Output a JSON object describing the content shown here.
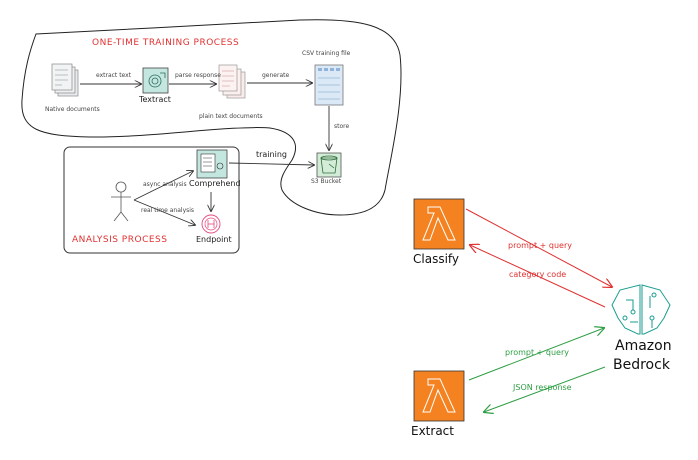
{
  "training_process": {
    "title": "ONE-TIME TRAINING PROCESS",
    "nodes": {
      "native_documents": "Native documents",
      "textract": "Textract",
      "plain_text_documents": "plain text documents",
      "csv_training_file": "CSV training file",
      "s3_bucket": "S3 Bucket"
    },
    "edges": {
      "extract_text": "extract text",
      "parse_response": "parse response",
      "generate": "generate",
      "store": "store",
      "training": "training"
    }
  },
  "analysis_process": {
    "title": "ANALYSIS PROCESS",
    "nodes": {
      "comprehend": "Comprehend",
      "endpoint": "Endpoint"
    },
    "edges": {
      "async_analysis": "async analysis",
      "real_time_analysis": "real time analysis"
    }
  },
  "bedrock_flow": {
    "nodes": {
      "classify": "Classify",
      "extract": "Extract",
      "bedrock_line1": "Amazon",
      "bedrock_line2": "Bedrock"
    },
    "edges": {
      "classify_prompt": "prompt + query",
      "category_code": "category code",
      "extract_prompt": "prompt + query",
      "json_response": "JSON response"
    }
  },
  "colors": {
    "red": "#e03131",
    "green": "#2f9e44",
    "lambda_orange": "#f58220",
    "teal": "#1a9e8f"
  }
}
